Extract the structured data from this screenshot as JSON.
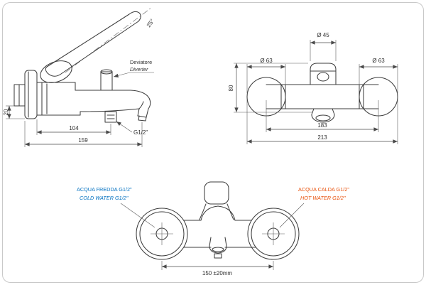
{
  "colors": {
    "line": "#3d3d3d",
    "cold": "#0070c0",
    "hot": "#e8500a"
  },
  "side_view": {
    "angle": "25°",
    "diverter_label_it": "Deviatore",
    "diverter_label_en": "Diverter",
    "dim_depth": "20",
    "dim_spout_center": "104",
    "dim_total": "159",
    "thread": "G1/2\""
  },
  "front_view": {
    "dia_cartridge": "Ø 45",
    "dia_left": "Ø 63",
    "dia_right": "Ø 63",
    "dim_height": "80",
    "dim_centers": "183",
    "dim_total": "213"
  },
  "installation_view": {
    "cold_line1": "ACQUA FREDDA G1/2\"",
    "cold_line2": "COLD WATER G1/2\"",
    "hot_line1": "ACQUA CALDA G1/2\"",
    "hot_line2": "HOT WATER G1/2\"",
    "dim_centers": "150 ±20mm"
  }
}
